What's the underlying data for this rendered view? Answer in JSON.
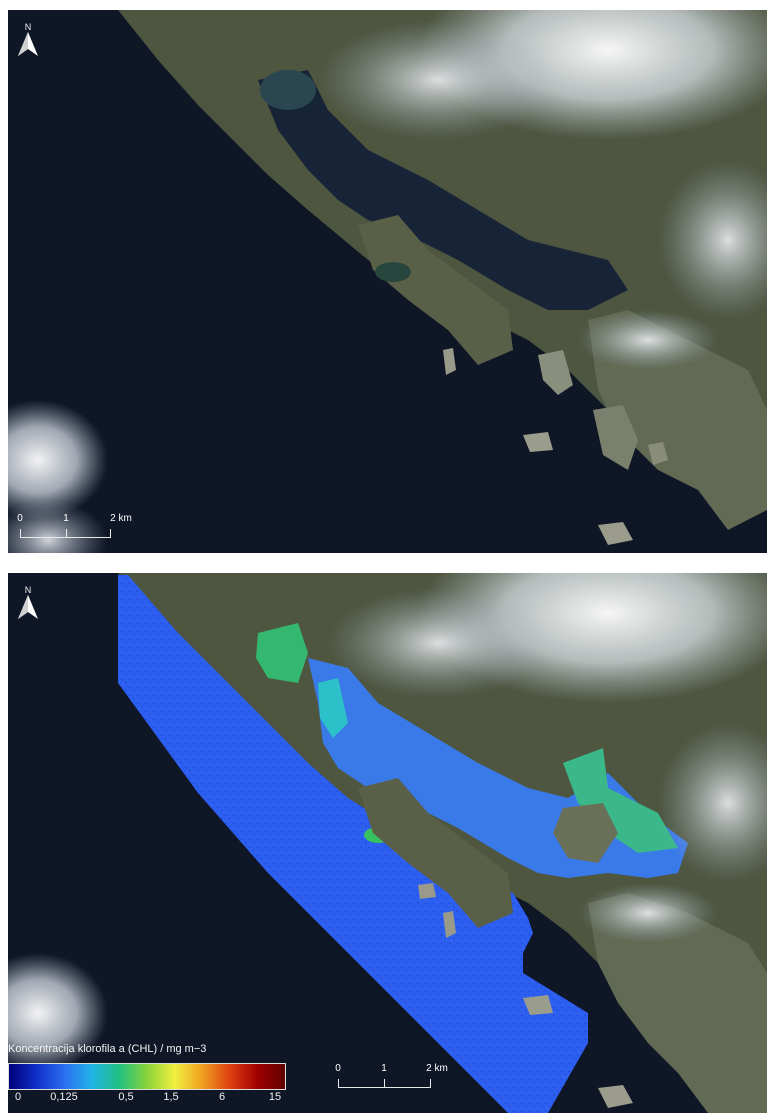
{
  "top_map": {
    "north_label": "N",
    "scale": {
      "labels": [
        "0",
        "1",
        "2 km"
      ]
    }
  },
  "bottom_map": {
    "north_label": "N",
    "scale": {
      "labels": [
        "0",
        "1",
        "2 km"
      ]
    }
  },
  "legend": {
    "title": "Koncentracija klorofila a (CHL) / mg m−3",
    "ticks": [
      "0",
      "0,125",
      "0,5",
      "1,5",
      "6",
      "15"
    ],
    "colors": [
      "#00007a",
      "#1030c8",
      "#2a6ef0",
      "#22b4e8",
      "#20c080",
      "#8ad43a",
      "#f0f040",
      "#f0a020",
      "#e04010",
      "#a00000",
      "#600000"
    ]
  }
}
